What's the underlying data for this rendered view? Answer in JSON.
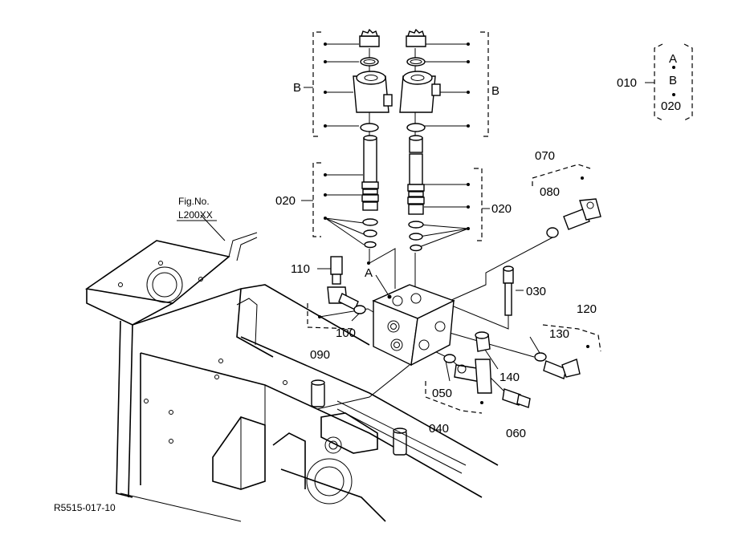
{
  "labels": {
    "fig_no": "Fig.No.",
    "fig_ref": "L200XX",
    "ref_code": "R5515-017-10",
    "p010": "010",
    "a": "A",
    "b": "B",
    "p020_key": "020",
    "b_left": "B",
    "b_right": "B",
    "p020_left": "020",
    "p020_right": "020",
    "p070": "070",
    "p080": "080",
    "p030": "030",
    "p110": "110",
    "a_block": "A",
    "p100": "100",
    "p090": "090",
    "p120": "120",
    "p130": "130",
    "p140": "140",
    "p050": "050",
    "p040": "040",
    "p060": "060"
  }
}
